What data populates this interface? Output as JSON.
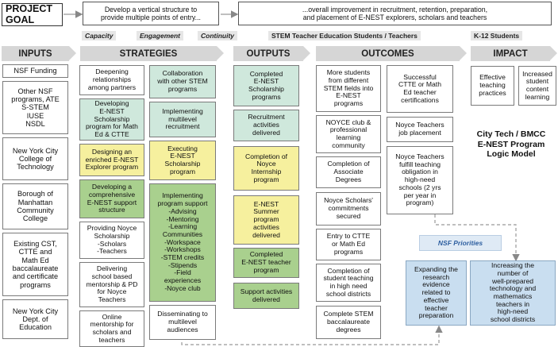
{
  "goal": {
    "label": "PROJECT\nGOAL",
    "step1": "Develop a vertical structure to\nprovide multiple points of entry...",
    "step2": "...overall improvement in recruitment, retention, preparation,\nand placement of E-NEST explorers, scholars and teachers"
  },
  "subcategories": {
    "capacity": "Capacity",
    "engagement": "Engagement",
    "continuity": "Continuity",
    "stem": "STEM Teacher Education Students / Teachers",
    "k12": "K-12 Students"
  },
  "headers": {
    "inputs": "INPUTS",
    "strategies": "STRATEGIES",
    "outputs": "OUTPUTS",
    "outcomes": "OUTCOMES",
    "impact": "IMPACT"
  },
  "inputs": [
    "NSF Funding",
    "Other NSF\nprograms, ATE\nS-STEM\nIUSE\nNSDL",
    "New York City\nCollege of\nTechnology",
    "Borough of\nManhattan\nCommunity\nCollege",
    "Existing CST,\nCTTE and\nMath Ed\nbaccalaureate\nand certificate\nprograms",
    "New York City\nDept. of\nEducation"
  ],
  "strategies_left": [
    "Deepening\nrelationships\namong partners",
    "Developing\nE-NEST\nScholarship\nprogram for Math\nEd & CTTE",
    "Designing an\nenriched E-NEST\nExplorer program",
    "Developing a\ncomprehensive\nE-NEST support\nstructure",
    "Providing Noyce\nScholarship\n-Scholars\n-Teachers",
    "Delivering\nschool based\nmentorship & PD\nfor Noyce\nTeachers",
    "Online\nmentorship for\nscholars and\nteachers"
  ],
  "strategies_right": [
    "Collaboration\nwith other STEM\nprograms",
    "Implementing\nmultilevel\nrecruitment",
    "Executing\nE-NEST\nScholarship\nprogram",
    "Implementing\nprogram support\n-Advising\n-Mentoring\n-Learning\nCommunities\n-Workspace\n-Workshops\n-STEM credits\n-Stipends\n-Field\nexperiences\n-Noyce club",
    "Disseminating to\nmultilevel\naudiences"
  ],
  "outputs": [
    "Completed\nE-NEST\nScholarship\nprograms",
    "Recruitment\nactivities\ndelivered",
    "Completion of\nNoyce\nInternship\nprogram",
    "E-NEST\nSummer\nprogram\nactivities\ndelivered",
    "Completed\nE-NEST teacher\nprogram",
    "Support activities\ndelivered"
  ],
  "outcomes_left": [
    "More students\nfrom different\nSTEM fields into\nE-NEST\nprograms",
    "NOYCE club &\nprofessional\nlearning\ncommunity",
    "Completion of\nAssociate\nDegrees",
    "Noyce Scholars'\ncommitments\nsecured",
    "Entry to CTTE\nor Math Ed\nprograms",
    "Completion of\nstudent teaching\nin high need\nschool districts",
    "Complete STEM\nbaccalaureate\ndegrees"
  ],
  "outcomes_right": [
    "Successful\nCTTE or Math\nEd teacher\ncertifications",
    "Noyce Teachers\njob placement",
    "Noyce Teachers\nfulfill teaching\nobligation in\nhigh-need\nschools (2 yrs\nper year in\nprogram)"
  ],
  "impact": [
    "Effective\nteaching\npractices",
    "Increased\nstudent\ncontent\nlearning"
  ],
  "model_title": "City Tech / BMCC\nE-NEST Program\nLogic Model",
  "nsf_priorities": {
    "label": "NSF Priorities",
    "items": [
      "Expanding the\nresearch\nevidence\nrelated to\neffective\nteacher\npreparation",
      "Increasing the\nnumber of\nwell-prepared\ntechnology and\nmathematics\nteachers in\nhigh-need\nschool districts"
    ]
  }
}
